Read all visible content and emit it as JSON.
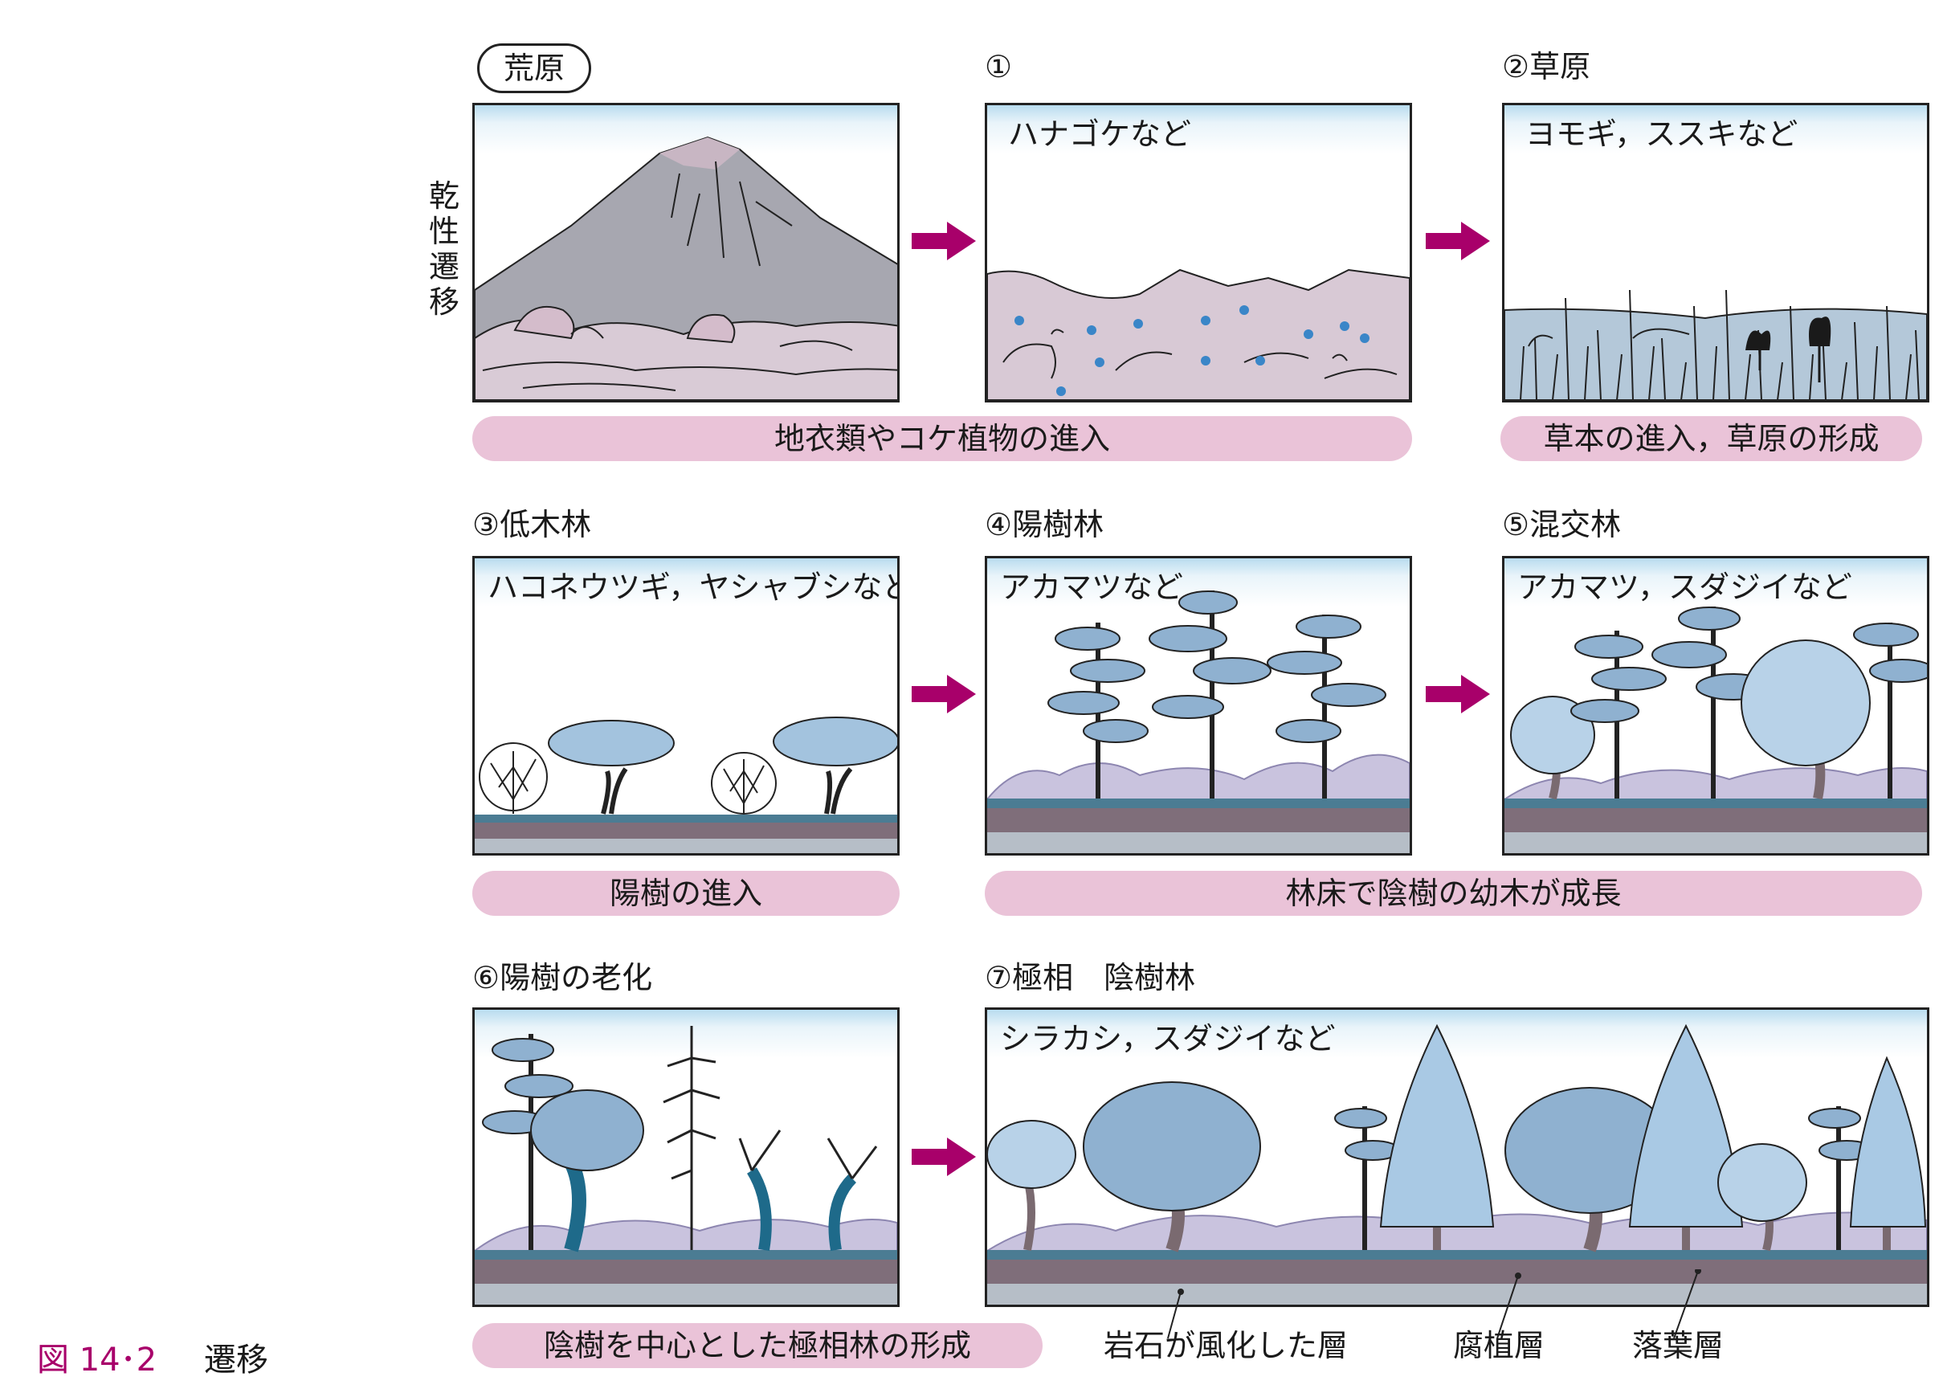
{
  "series_label": [
    "乾",
    "性",
    "遷",
    "移"
  ],
  "start_label": "荒原",
  "panels": [
    {
      "number": "",
      "name": "",
      "caption": ""
    },
    {
      "number": "①",
      "name": "",
      "caption": "ハナゴケなど"
    },
    {
      "number": "②",
      "name": "草原",
      "caption": "ヨモギ，ススキなど"
    },
    {
      "number": "③",
      "name": "低木林",
      "caption": "ハコネウツギ，ヤシャブシなど"
    },
    {
      "number": "④",
      "name": "陽樹林",
      "caption": "アカマツなど"
    },
    {
      "number": "⑤",
      "name": "混交林",
      "caption": "アカマツ，スダジイなど"
    },
    {
      "number": "⑥",
      "name": "陽樹の老化",
      "caption": ""
    },
    {
      "number": "⑦",
      "name": "極相　陰樹林",
      "caption": "シラカシ，スダジイなど"
    }
  ],
  "stage_bars": [
    "地衣類やコケ植物の進入",
    "草本の進入，草原の形成",
    "陽樹の進入",
    "林床で陰樹の幼木が成長",
    "陰樹を中心とした極相林の形成"
  ],
  "soil_layers": [
    "岩石が風化した層",
    "腐植層",
    "落葉層"
  ],
  "figure": {
    "number": "図 14･2",
    "title": "遷移"
  },
  "colors": {
    "arrow": "#a8006a",
    "stage_bar": "#eac3d8",
    "figure_number": "#a8006a",
    "sky": "#b9dcef",
    "mountain": "#a9a9b2",
    "tree_foliage": "#8fb1d0",
    "humus": "#7f6e7a",
    "humus_top": "#4b7c93",
    "bedrock": "#b6bec7"
  }
}
